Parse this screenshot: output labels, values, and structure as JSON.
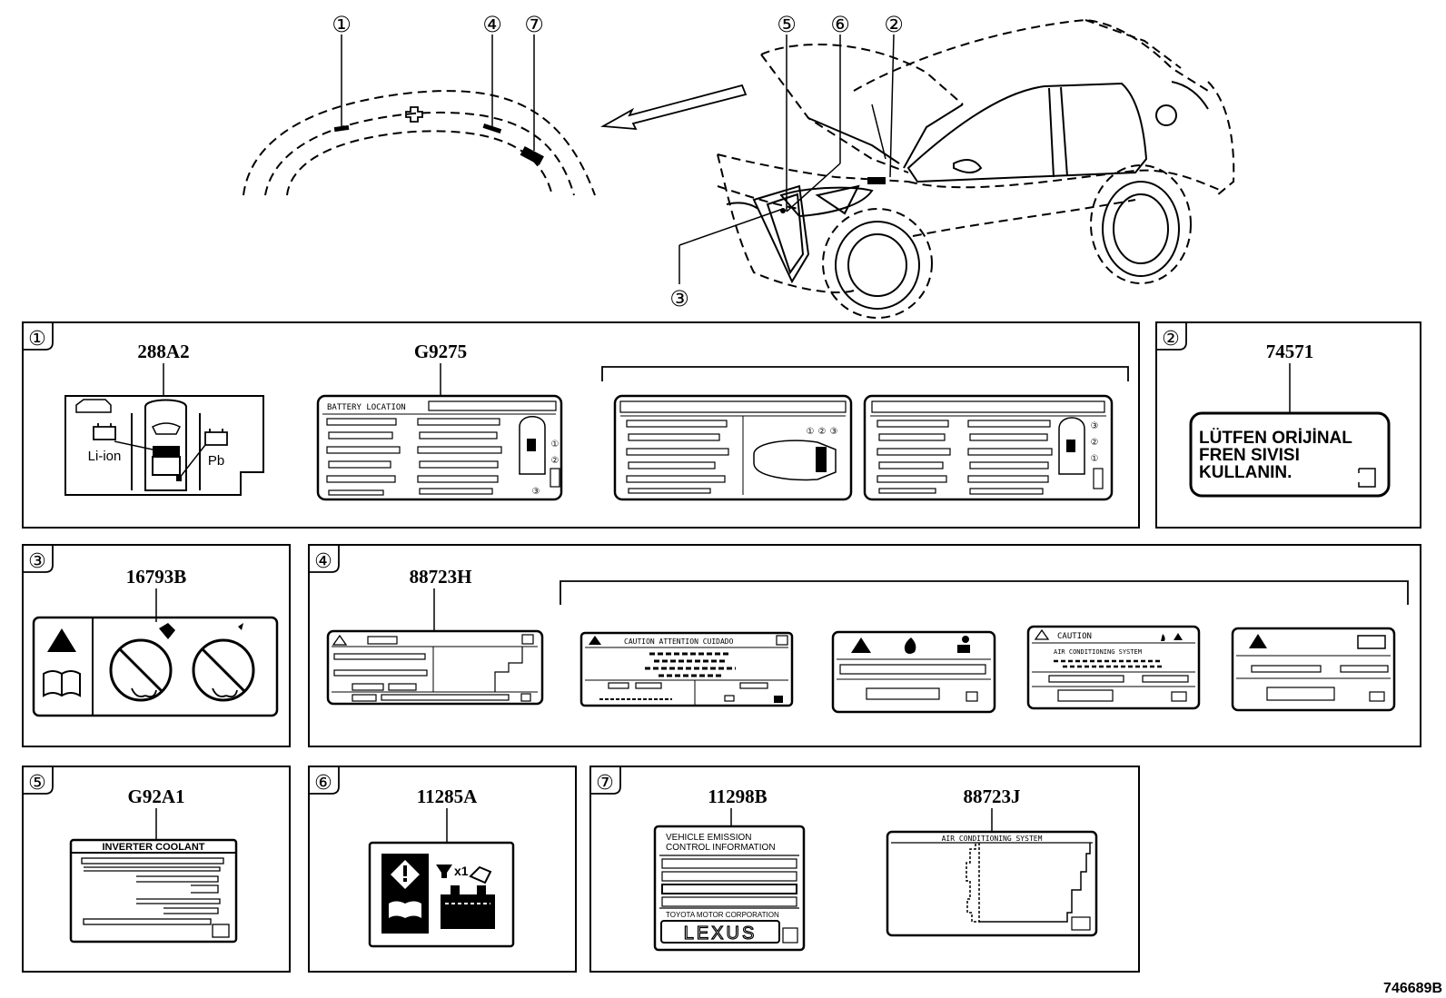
{
  "colors": {
    "ink": "#000000",
    "paper": "#ffffff",
    "fill": "#000000"
  },
  "callouts": {
    "c1": "①",
    "c2": "②",
    "c3": "③",
    "c4": "④",
    "c5": "⑤",
    "c6": "⑥",
    "c7": "⑦"
  },
  "parts": {
    "p288A2": "288A2",
    "pG9275": "G9275",
    "p74571": "74571",
    "p16793B": "16793B",
    "p88723H": "88723H",
    "pG92A1": "G92A1",
    "p11285A": "11285A",
    "p11298B": "11298B",
    "p88723J": "88723J"
  },
  "labels": {
    "li_ion": "Li-ion",
    "pb": "Pb",
    "battery_location": "BATTERY  LOCATION",
    "brake_line1": "LÜTFEN  ORİJİNAL",
    "brake_line2": "FREN  SIVISI",
    "brake_line3": "KULLANIN.",
    "caution_multi": "CAUTION  ATTENTION  CUIDADO",
    "caution": "CAUTION",
    "ac_system": "AIR CONDITIONING SYSTEM",
    "inverter_coolant": "INVERTER COOLANT",
    "emission_line1": "VEHICLE  EMISSION",
    "emission_line2": "CONTROL  INFORMATION",
    "toyota_motor": "TOYOTA  MOTOR  CORPORATION",
    "lexus": "LEXUS",
    "x1": "x1"
  },
  "diagram_id": "746689B"
}
